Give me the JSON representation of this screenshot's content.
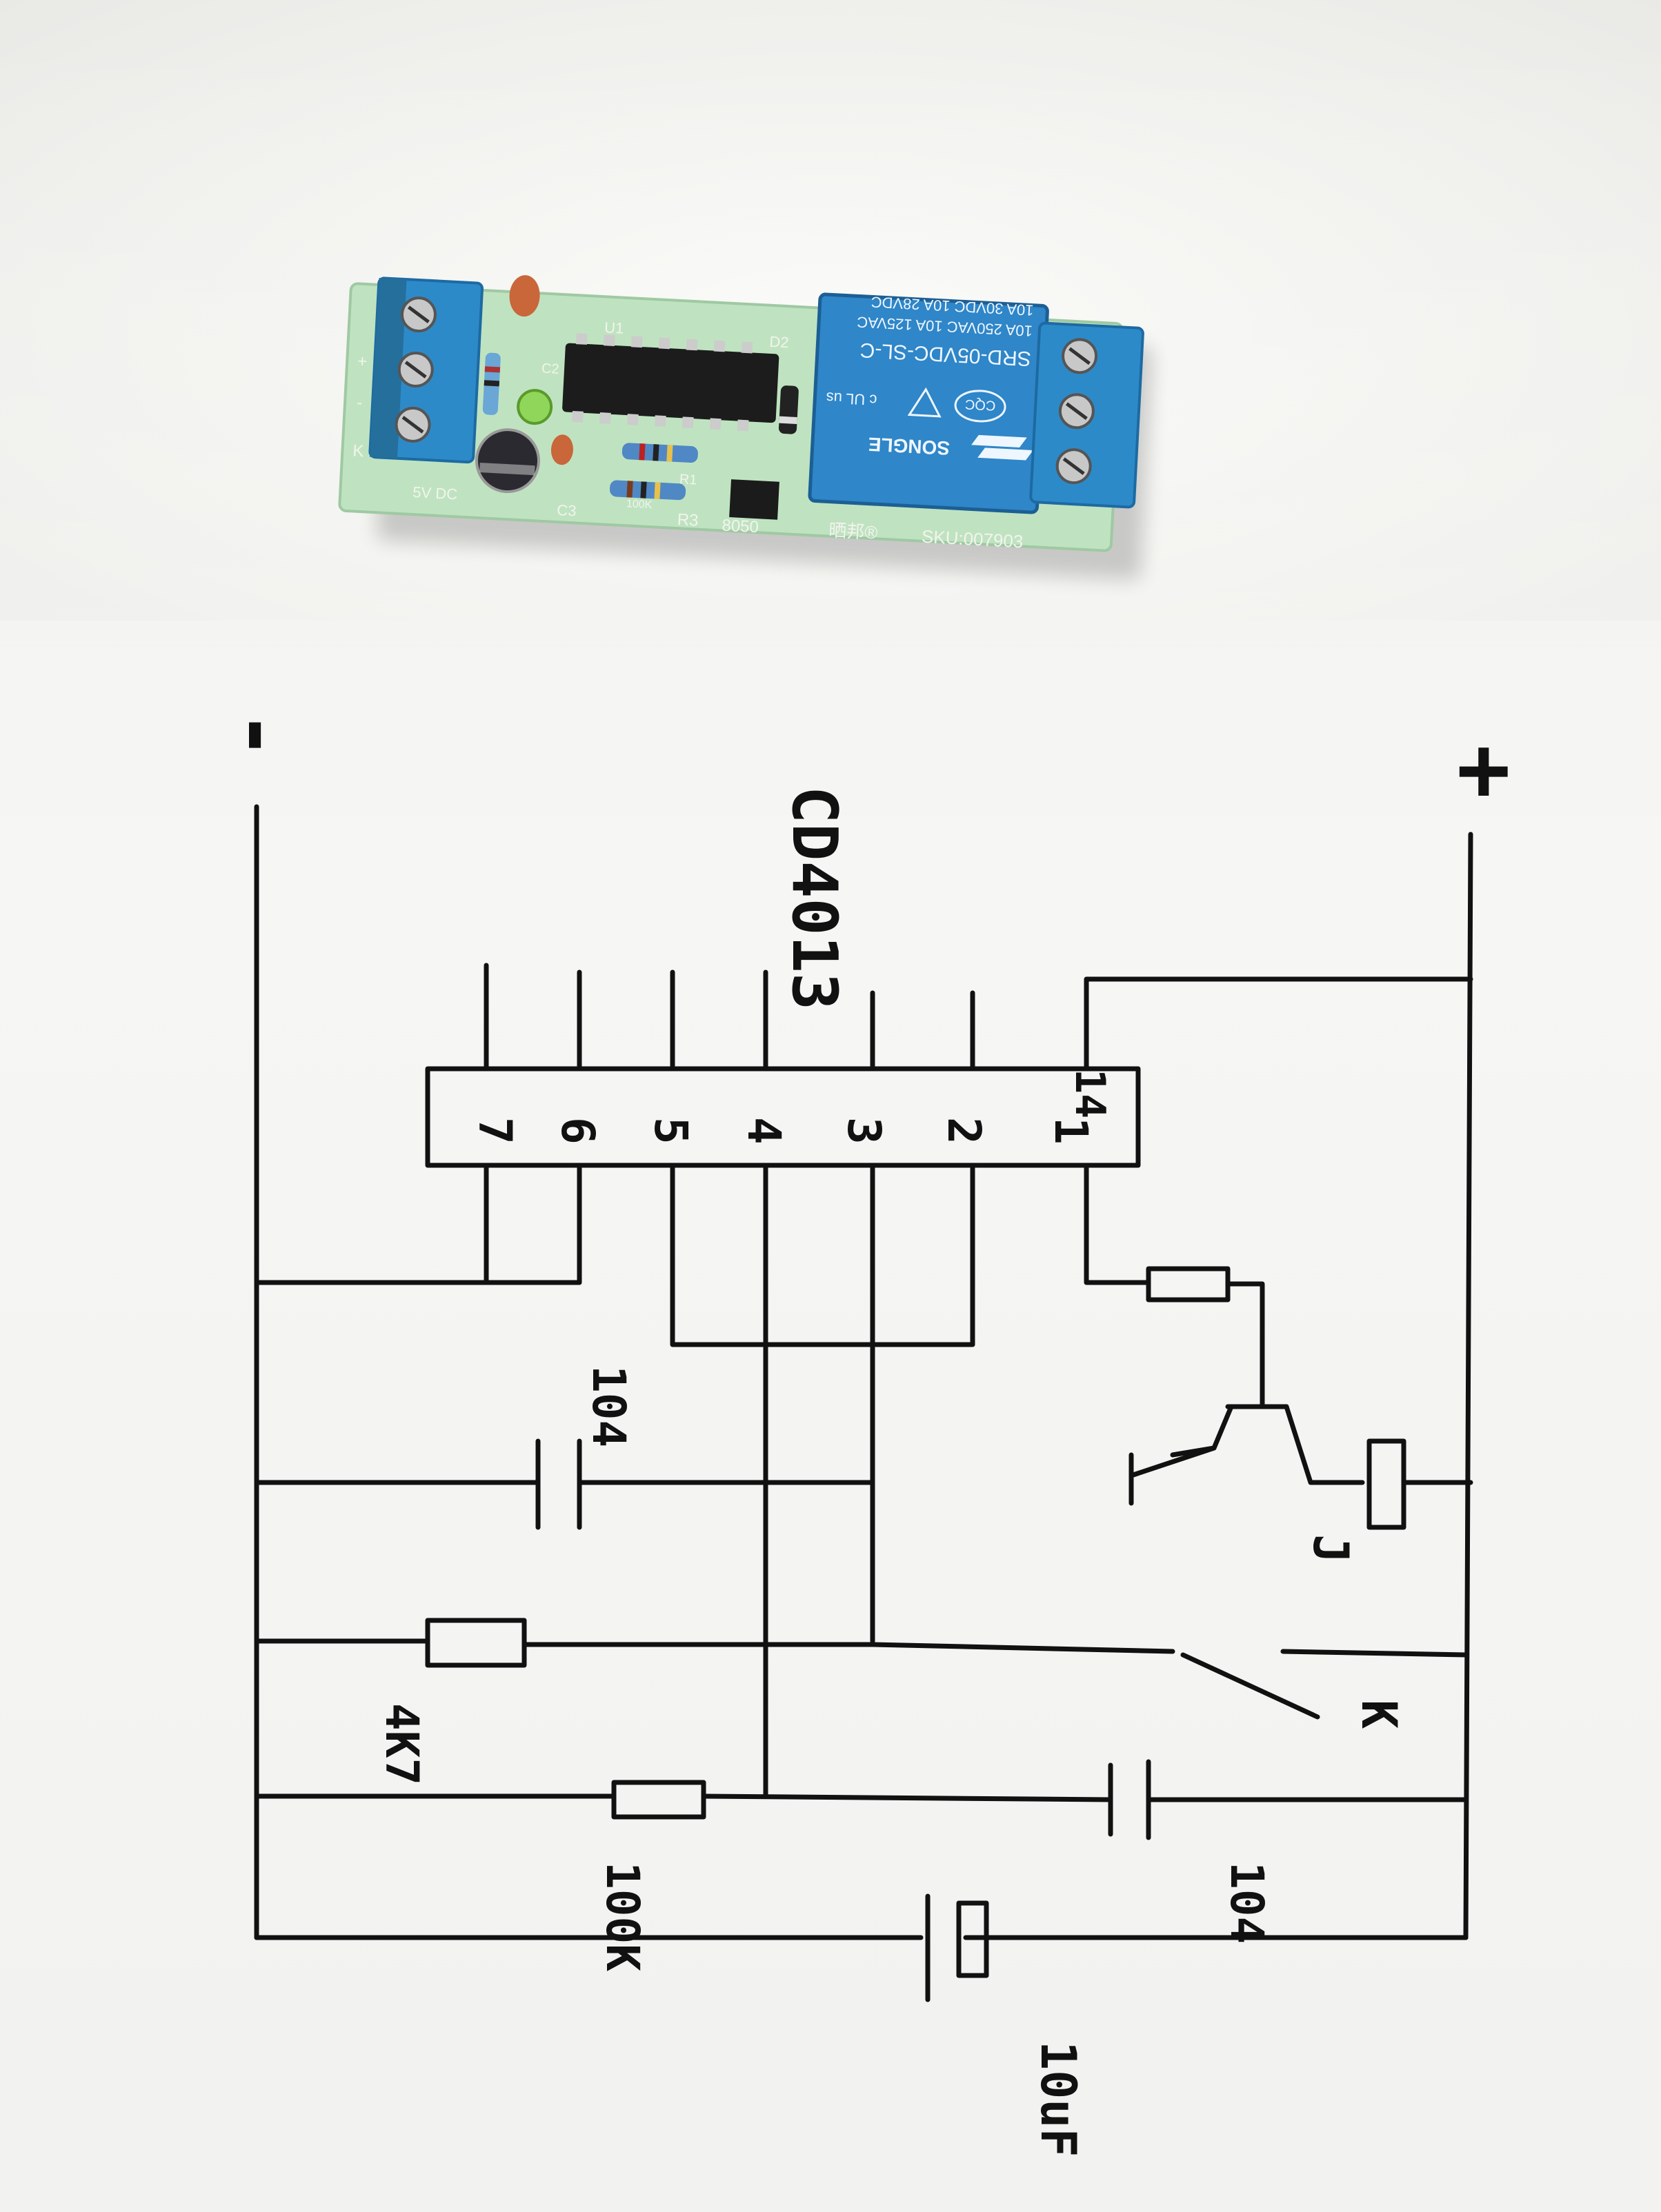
{
  "board": {
    "labels": {
      "u1": "U1",
      "c2": "C2",
      "c3": "C3",
      "d2": "D2",
      "r1": "R1",
      "r3": "R3",
      "transistor": "8050",
      "power": "5V DC",
      "resistor_mark": "100K",
      "brand_cn": "晒邦®",
      "sku": "SKU:007903",
      "terminal_k": "K",
      "terminal_plus": "+",
      "terminal_minus": "-"
    },
    "relay": {
      "model": "SRD-05VDC-SL-C",
      "line1": "10A 250VAC  10A 125VAC",
      "line2": "10A 30VDC   10A 28VDC",
      "brand": "SONGLE",
      "cert_cqc": "CQC",
      "cert_ul": "c UL us"
    },
    "colors": {
      "pcb": "#bfe3c0",
      "terminal": "#2d8ac9",
      "relay": "#2f86c8",
      "ic": "#1c1c1c"
    }
  },
  "schematic": {
    "rail_minus": "-",
    "rail_plus": "+",
    "ic_label": "CD4013",
    "pins": [
      "7",
      "6",
      "5",
      "4",
      "3",
      "2",
      "1",
      "14"
    ],
    "labels": {
      "cap_104_a": "104",
      "res_4k7": "4K7",
      "res_100k": "100K",
      "cap_104_b": "104",
      "cap_10uf": "10uF",
      "relay_coil": "J",
      "switch": "K"
    }
  }
}
